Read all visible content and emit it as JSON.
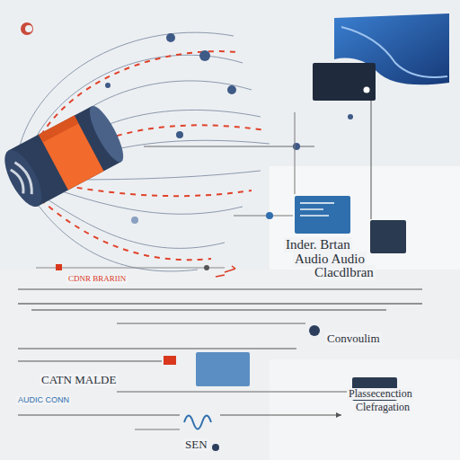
{
  "diagram": {
    "labels": [
      "Inder. Brtan",
      "Audio Audio",
      "Clacdlbran",
      "CDNR BRARIIN",
      "Convoulim",
      "CATN MALDE",
      "AUDIC CONN",
      "Plassecenction",
      "Clefragation",
      "SEN"
    ]
  }
}
